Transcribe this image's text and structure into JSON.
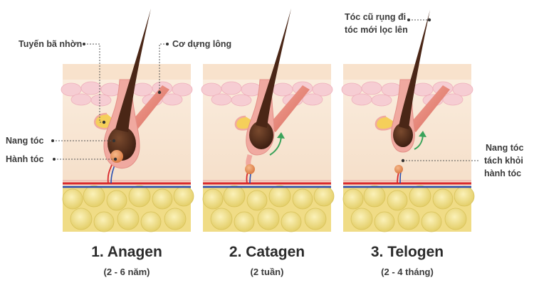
{
  "labels": {
    "sebaceous_gland": "Tuyến bã nhờn",
    "erector_muscle": "Cơ dựng lông",
    "follicle": "Nang tóc",
    "bulb": "Hành tóc",
    "old_hair_shed_line1": "Tóc cũ rụng đi",
    "old_hair_shed_line2": "tóc mới lọc lên",
    "detached_line1": "Nang tóc",
    "detached_line2": "tách khỏi",
    "detached_line3": "hành tóc"
  },
  "stages": [
    {
      "title": "1. Anagen",
      "duration": "(2 - 6 năm)"
    },
    {
      "title": "2. Catagen",
      "duration": "(2 tuần)"
    },
    {
      "title": "3. Telogen",
      "duration": "(2 - 4 tháng)"
    }
  ],
  "colors": {
    "epidermis": "#f6dcc4",
    "dermis_pink": "#f4c7cf",
    "dermis": "#fbe9d6",
    "fat": "#f2e08c",
    "hair": "#4a2616",
    "follicle": "#f0a9a0",
    "arrow": "#3aa35a",
    "vessel_red": "#d8262b",
    "vessel_blue": "#2a4fb0"
  }
}
